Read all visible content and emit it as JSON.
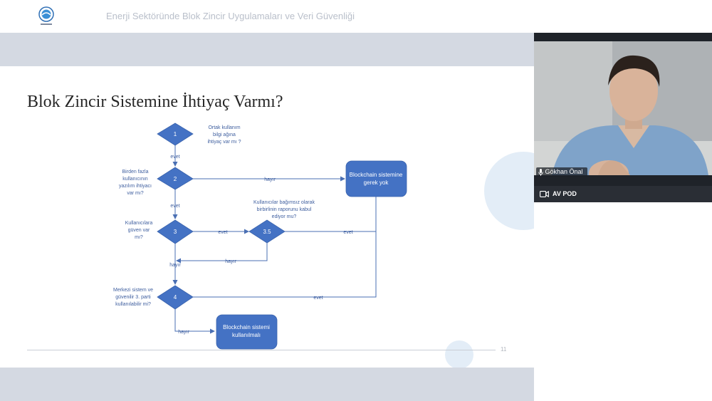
{
  "header": {
    "title": "Enerji Sektöründe Blok Zincir Uygulamaları ve Veri Güvenliği"
  },
  "slide": {
    "title": "Blok Zincir Sistemine İhtiyaç Varmı?",
    "page_number": "11",
    "nodes": {
      "n1": "1",
      "n2": "2",
      "n3": "3",
      "n35": "3.5",
      "n4": "4"
    },
    "questions": {
      "q1": [
        "Ortak kullanım",
        "bilgi ağına",
        "ihtiyaç var mı ?"
      ],
      "q2": [
        "Birden fazla",
        "kullanıcının",
        "yazılım ihtiyacı",
        "var mı?"
      ],
      "q3": [
        "Kullanıcılara",
        "güven var",
        "mı?"
      ],
      "q35": [
        "Kullanıcılar bağımsız olarak",
        "birbirlinin raporunu kabul",
        "ediyor mu?"
      ],
      "q4": [
        "Merkezi sistem ve",
        "güvenilir 3. parti",
        "kullanılabilir mi?"
      ]
    },
    "edges": {
      "e1_2": "evet",
      "e2_3": "evet",
      "e2_yes": "hayır",
      "e3_35": "evet",
      "e35_yes": "evet",
      "e35_back": "hayır",
      "e3_4": "hayır",
      "e4_yes": "evet",
      "e4_no": "hayır"
    },
    "outcomes": {
      "needed": [
        "Blockchain sistemine",
        "gerek yok"
      ],
      "use": [
        "Blockchain sistemi",
        "kullanılmalı"
      ]
    },
    "colors": {
      "shape": "#4472c4",
      "line": "#4a6fb3"
    }
  },
  "video": {
    "participant_name": "Gökhan Önal",
    "source_label": "AV POD",
    "mic_icon": "microphone-icon",
    "camera_icon": "video-camera-icon"
  }
}
